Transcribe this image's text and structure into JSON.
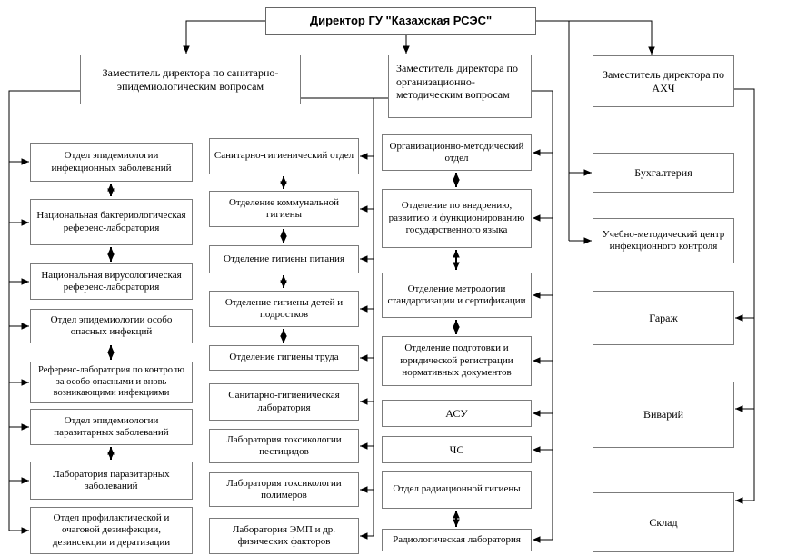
{
  "diagram": {
    "director": "Директор ГУ \"Казахская РСЭС\"",
    "deputies": [
      "Заместитель директора по санитарно-эпидемиологическим вопросам",
      "Заместитель директора по организационно-методическим вопросам",
      "Заместитель директора по АХЧ"
    ],
    "epid_column": [
      "Отдел эпидемиологии инфекционных заболеваний",
      "Национальная бактериологическая референс-лаборатория",
      "Национальная вирусологическая референс-лаборатория",
      "Отдел эпидемиологии особо опасных инфекций",
      "Референс-лаборатория по контролю за особо опасными и вновь возникающими инфекциями",
      "Отдел эпидемиологии паразитарных заболеваний",
      "Лаборатория паразитарных заболеваний",
      "Отдел профилактической и очаговой дезинфекции, дезинсекции и дератизации"
    ],
    "hygiene_column": [
      "Санитарно-гигиенический отдел",
      "Отделение коммунальной гигиены",
      "Отделение гигиены питания",
      "Отделение гигиены детей и подростков",
      "Отделение гигиены труда",
      "Санитарно-гигиеническая лаборатория",
      "Лаборатория токсикологии пестицидов",
      "Лаборатория токсикологии полимеров",
      "Лаборатория ЭМП и др. физических факторов"
    ],
    "orgmethod_column": [
      "Организационно-методический отдел",
      "Отделение по внедрению, развитию и функционированию государственного языка",
      "Отделение метрологии стандартизации и сертификации",
      "Отделение подготовки и юридической регистрации нормативных документов",
      "АСУ",
      "ЧС",
      "Отдел радиационной гигиены",
      "Радиологическая лаборатория"
    ],
    "ahch_column": [
      "Бухгалтерия",
      "Учебно-методический центр инфекционного контроля",
      "Гараж",
      "Виварий",
      "Склад"
    ]
  },
  "colors": {
    "background": "#ffffff",
    "box_border": "#7b7b7b",
    "line": "#000000",
    "text": "#000000"
  }
}
